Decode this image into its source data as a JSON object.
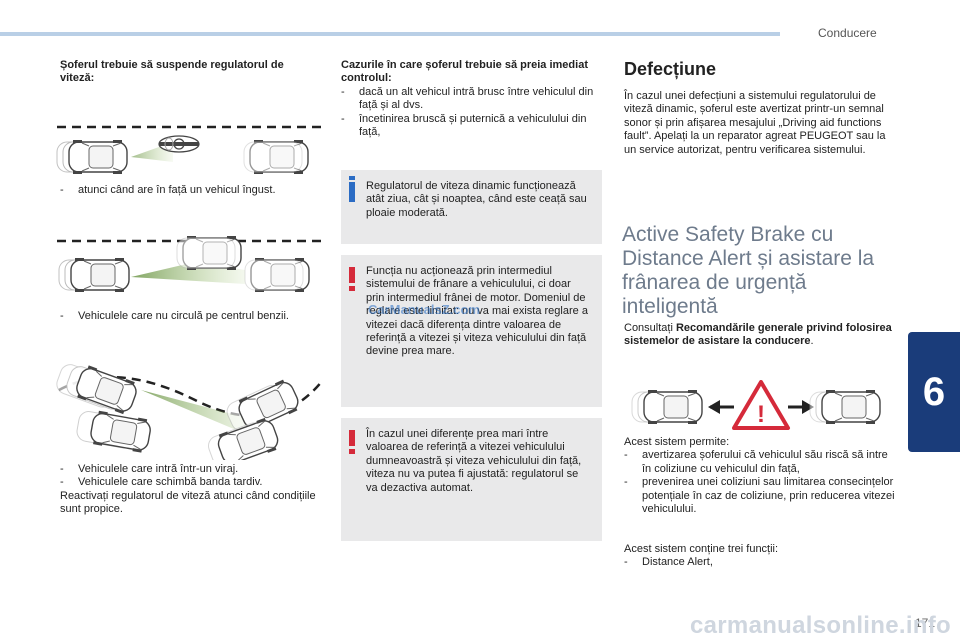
{
  "header": {
    "chapter": "Conducere",
    "chapter_number": "6",
    "page_number": "171"
  },
  "watermarks": {
    "inline": "CarManualsZ.com",
    "footer": "carmanualsonline.info"
  },
  "col1": {
    "heading": "Șoferul trebuie să suspende regulatorul de viteză:",
    "item1": "atunci când are în față un vehicul îngust.",
    "item2": "Vehiculele care nu circulă pe centrul benzii.",
    "item3": "Vehiculele care intră într-un viraj.",
    "item4": "Vehiculele care schimbă banda tardiv.",
    "footer": "Reactivați regulatorul de viteză atunci când condițiile sunt propice.",
    "dash": "-"
  },
  "col2": {
    "heading": "Cazurile în care șoferul trebuie să preia imediat controlul:",
    "item1": "dacă un alt vehicul intră brusc între vehiculul din față și al dvs.",
    "item2": "încetinirea bruscă și puternică a vehiculului din față,",
    "info_box": "Regulatorul de viteza dinamic funcționează atât ziua, cât și noaptea, când este ceață sau ploaie moderată.",
    "warn_box1": "Funcția nu acționează prin intermediul sistemului de frânare a vehiculului, ci doar prin intermediul frânei de motor. Domeniul de reglare este limitat: nu va mai exista reglare a vitezei dacă diferența dintre valoarea de referință a vitezei și viteza vehiculului din față devine prea mare.",
    "warn_box2": "În cazul unei diferențe prea mari între valoarea de referință a vitezei vehiculului dumneavoastră și viteza vehiculului din față, viteza nu va putea fi ajustată: regulatorul se va dezactiva automat.",
    "dash": "-"
  },
  "col3": {
    "defect_title": "Defecțiune",
    "defect_text": "În cazul unei defecțiuni a sistemului regulatorului de viteză dinamic, șoferul este avertizat printr-un semnal sonor și prin afișarea mesajului „Driving aid functions fault”. Apelați la un reparator agreat PEUGEOT sau la un service autorizat, pentru verificarea sistemului.",
    "asb_title": "Active Safety Brake cu Distance Alert și asistare la frânarea de urgență inteligentă",
    "consult_prefix": "Consultați ",
    "consult_bold": "Recomandările generale privind folosirea sistemelor de asistare la conducere",
    "consult_suffix": ".",
    "allows_intro": "Acest sistem permite:",
    "allows1": "avertizarea șoferului că vehiculul său riscă să intre în coliziune cu vehiculul din față,",
    "allows2": "prevenirea unei coliziuni sau limitarea consecințelor potențiale în caz de coliziune, prin reducerea vitezei vehiculului.",
    "contains_intro": "Acest sistem conține trei funcții:",
    "contains1": "Distance Alert,",
    "dash": "-",
    "warning_symbol": "!"
  },
  "colors": {
    "accent": "#1a3c7a",
    "info": "#2b6cc4",
    "warning": "#d52a3a",
    "box_bg": "#e9e9ea",
    "beam": "#5b8a2f"
  },
  "icons": [
    "motorcycle-icon",
    "car-icon",
    "warning-triangle-icon",
    "info-icon"
  ]
}
